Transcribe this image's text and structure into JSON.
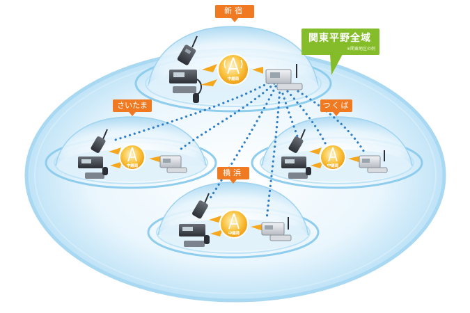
{
  "areas": {
    "shinjuku": "新宿",
    "saitama": "さいたま",
    "tsukuba": "つくば",
    "yokohama": "横浜"
  },
  "region": {
    "title": "関東平野全域",
    "note": "※関東地区の例"
  },
  "relay_label": "中継局",
  "colors": {
    "callout_orange": "#f07a22",
    "region_green": "#85bd2a",
    "dome_blue": "#bfe3f7",
    "link_blue": "#2f7ec6",
    "relay_yellow": "#f5a81e"
  }
}
